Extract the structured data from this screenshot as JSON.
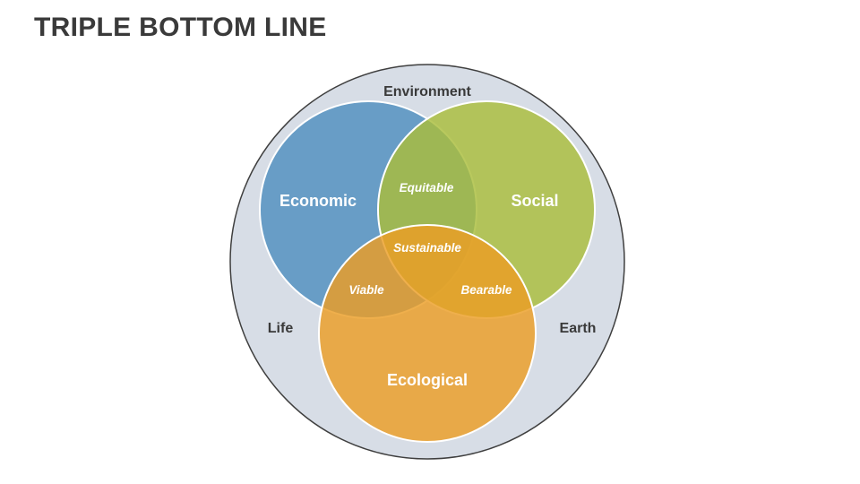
{
  "title": "TRIPLE BOTTOM LINE",
  "outer": {
    "top_label": "Environment",
    "left_label": "Life",
    "right_label": "Earth",
    "fill": "#d7dde6"
  },
  "circles": {
    "economic": {
      "label": "Economic",
      "color": "#4f8fbe"
    },
    "social": {
      "label": "Social",
      "color": "#a9bd3a"
    },
    "ecological": {
      "label": "Ecological",
      "color": "#eb9d24"
    }
  },
  "intersections": {
    "economic_social": "Equitable",
    "economic_ecological": "Viable",
    "social_ecological": "Bearable",
    "all": "Sustainable"
  }
}
